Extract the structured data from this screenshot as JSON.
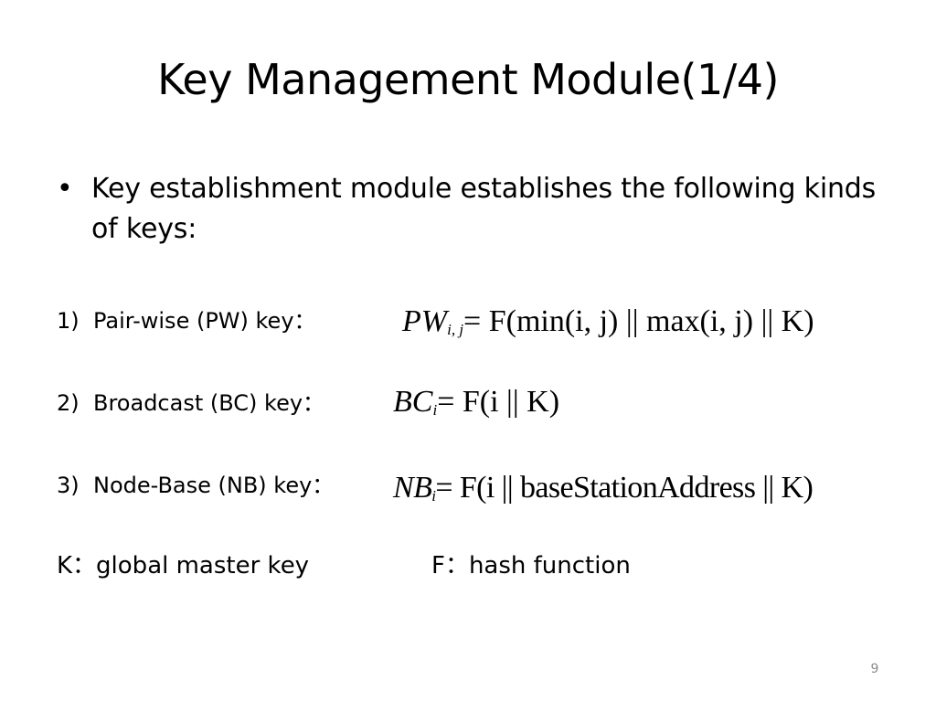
{
  "slide": {
    "title": "Key Management Module(1/4)",
    "bullet_symbol": "•",
    "bullet_text": "Key establishment module establishes the following kinds of keys:",
    "key_types": [
      {
        "number": "1)",
        "label": "Pair-wise (PW) key："
      },
      {
        "number": "2)",
        "label": "Broadcast (BC) key："
      },
      {
        "number": "3)",
        "label": "Node-Base (NB) key："
      }
    ],
    "formulas": {
      "pw": {
        "lhs": "PW",
        "sub": "i, j",
        "rhs": "= F(min(i, j) || max(i, j) || K)"
      },
      "bc": {
        "lhs": "BC",
        "sub": "i",
        "rhs": "= F(i || K)"
      },
      "nb": {
        "lhs": "NB",
        "sub": "i",
        "rhs": "= F(i || baseStationAddress || K)"
      }
    },
    "legend": {
      "k": "K：global master key",
      "f": "F：hash function"
    },
    "page_number": "9"
  }
}
